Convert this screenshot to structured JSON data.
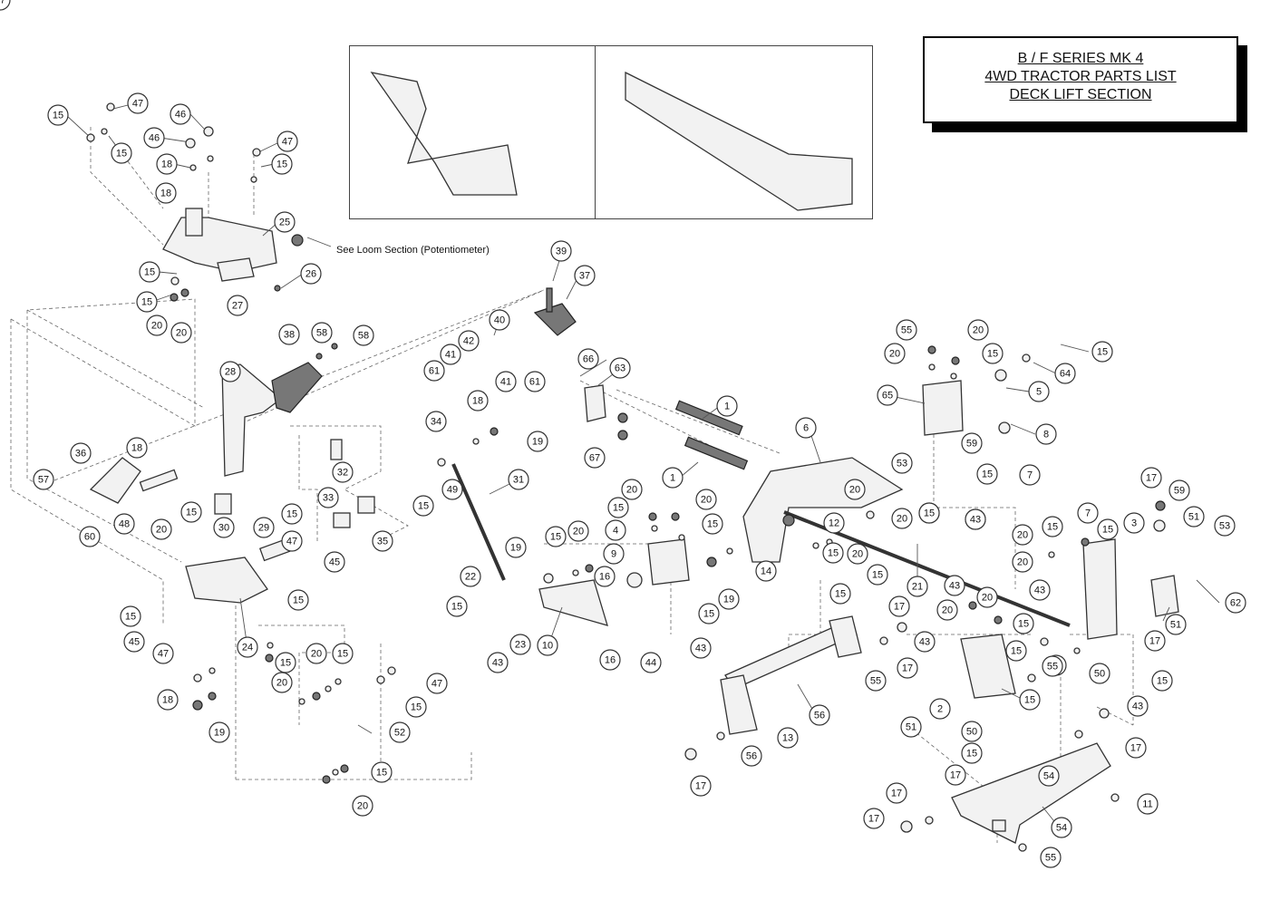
{
  "title": {
    "line1": "B / F SERIES MK 4",
    "line2": "4WD TRACTOR PARTS LIST",
    "line3": "DECK LIFT SECTION"
  },
  "note": "See Loom Section (Potentiometer)",
  "balloons": [
    {
      "n": "15"
    },
    {
      "n": "47"
    },
    {
      "n": "15"
    },
    {
      "n": "46"
    },
    {
      "n": "46"
    },
    {
      "n": "18"
    },
    {
      "n": "18"
    },
    {
      "n": "47"
    },
    {
      "n": "15"
    },
    {
      "n": "25"
    },
    {
      "n": "15"
    },
    {
      "n": "15"
    },
    {
      "n": "20"
    },
    {
      "n": "20"
    },
    {
      "n": "26"
    },
    {
      "n": "27"
    },
    {
      "n": "39"
    },
    {
      "n": "37"
    },
    {
      "n": "40"
    },
    {
      "n": "41"
    },
    {
      "n": "42"
    },
    {
      "n": "61"
    },
    {
      "n": "41"
    },
    {
      "n": "61"
    },
    {
      "n": "38"
    },
    {
      "n": "58"
    },
    {
      "n": "58"
    },
    {
      "n": "28"
    },
    {
      "n": "66"
    },
    {
      "n": "63"
    },
    {
      "n": "67"
    },
    {
      "n": "1"
    },
    {
      "n": "1"
    },
    {
      "n": "34"
    },
    {
      "n": "18"
    },
    {
      "n": "19"
    },
    {
      "n": "32"
    },
    {
      "n": "31"
    },
    {
      "n": "36"
    },
    {
      "n": "18"
    },
    {
      "n": "57"
    },
    {
      "n": "48"
    },
    {
      "n": "20"
    },
    {
      "n": "15"
    },
    {
      "n": "30"
    },
    {
      "n": "60"
    },
    {
      "n": "33"
    },
    {
      "n": "35"
    },
    {
      "n": "15"
    },
    {
      "n": "49"
    },
    {
      "n": "29"
    },
    {
      "n": "15"
    },
    {
      "n": "45"
    },
    {
      "n": "47"
    },
    {
      "n": "15"
    },
    {
      "n": "15"
    },
    {
      "n": "45"
    },
    {
      "n": "47"
    },
    {
      "n": "24"
    },
    {
      "n": "18"
    },
    {
      "n": "19"
    },
    {
      "n": "15"
    },
    {
      "n": "20"
    },
    {
      "n": "20"
    },
    {
      "n": "15"
    },
    {
      "n": "47"
    },
    {
      "n": "15"
    },
    {
      "n": "52"
    },
    {
      "n": "15"
    },
    {
      "n": "20"
    },
    {
      "n": "22"
    },
    {
      "n": "15"
    },
    {
      "n": "43"
    },
    {
      "n": "23"
    },
    {
      "n": "10"
    },
    {
      "n": "19"
    },
    {
      "n": "15"
    },
    {
      "n": "20"
    },
    {
      "n": "9"
    },
    {
      "n": "16"
    },
    {
      "n": "16"
    },
    {
      "n": "44"
    },
    {
      "n": "20"
    },
    {
      "n": "20"
    },
    {
      "n": "15"
    },
    {
      "n": "4"
    },
    {
      "n": "15"
    },
    {
      "n": "15"
    },
    {
      "n": "43"
    },
    {
      "n": "14"
    },
    {
      "n": "19"
    },
    {
      "n": "12"
    },
    {
      "n": "20"
    },
    {
      "n": "15"
    },
    {
      "n": "20"
    },
    {
      "n": "6"
    },
    {
      "n": "20"
    },
    {
      "n": "21"
    },
    {
      "n": "43"
    },
    {
      "n": "15"
    },
    {
      "n": "43"
    },
    {
      "n": "15"
    },
    {
      "n": "56"
    },
    {
      "n": "13"
    },
    {
      "n": "56"
    },
    {
      "n": "17"
    },
    {
      "n": "55"
    },
    {
      "n": "17"
    },
    {
      "n": "55"
    },
    {
      "n": "20"
    },
    {
      "n": "20"
    },
    {
      "n": "15"
    },
    {
      "n": "15"
    },
    {
      "n": "64"
    },
    {
      "n": "65"
    },
    {
      "n": "5"
    },
    {
      "n": "8"
    },
    {
      "n": "59"
    },
    {
      "n": "7"
    },
    {
      "n": "53"
    },
    {
      "n": "15"
    },
    {
      "n": "15"
    },
    {
      "n": "43"
    },
    {
      "n": "43"
    },
    {
      "n": "20"
    },
    {
      "n": "20"
    },
    {
      "n": "15"
    },
    {
      "n": "15"
    },
    {
      "n": "17"
    },
    {
      "n": "43"
    },
    {
      "n": "15"
    },
    {
      "n": "2"
    },
    {
      "n": "51"
    },
    {
      "n": "50"
    },
    {
      "n": "15"
    },
    {
      "n": "43"
    },
    {
      "n": "17"
    },
    {
      "n": "59"
    },
    {
      "n": "7"
    },
    {
      "n": "20"
    },
    {
      "n": "15"
    },
    {
      "n": "15"
    },
    {
      "n": "3"
    },
    {
      "n": "20"
    },
    {
      "n": "43"
    },
    {
      "n": "51"
    },
    {
      "n": "53"
    },
    {
      "n": "51"
    },
    {
      "n": "62"
    },
    {
      "n": "50"
    },
    {
      "n": "17"
    },
    {
      "n": "17"
    },
    {
      "n": "15"
    },
    {
      "n": "43"
    },
    {
      "n": "55"
    },
    {
      "n": "17"
    },
    {
      "n": "54"
    },
    {
      "n": "54"
    },
    {
      "n": "11"
    },
    {
      "n": "17"
    },
    {
      "n": "17"
    },
    {
      "n": "55"
    },
    {
      "n": "17"
    }
  ]
}
